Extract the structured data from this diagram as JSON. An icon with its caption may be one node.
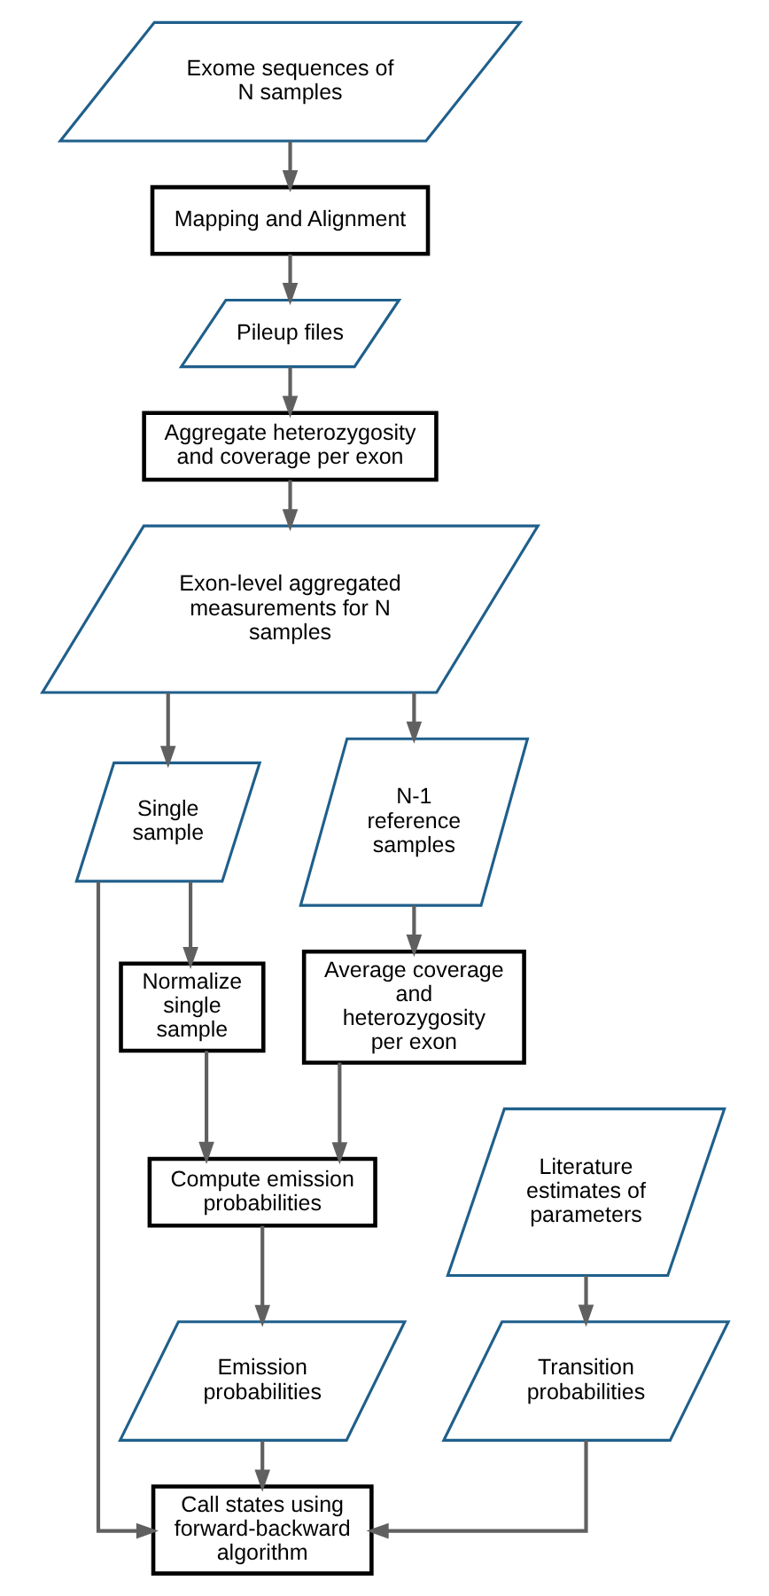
{
  "diagram": {
    "nodes": [
      {
        "text": [
          "Exome sequences of N samples"
        ]
      },
      {
        "text": [
          "Mapping and Alignment"
        ]
      },
      {
        "text": [
          "Pileup files"
        ]
      },
      {
        "text": [
          "Aggregate heterozygosity and coverage per exon"
        ]
      },
      {
        "text": [
          "Exon-level aggregated measurements for N samples"
        ]
      },
      {
        "text": [
          "Single sample"
        ]
      },
      {
        "text": [
          "N-1 reference samples"
        ]
      },
      {
        "text": [
          "Normalize single sample"
        ]
      },
      {
        "text": [
          "Average coverage and heterozygosity per exon"
        ]
      },
      {
        "text": [
          "Compute emission probabilities"
        ]
      },
      {
        "text": [
          "Literature estimates of parameters"
        ]
      },
      {
        "text": [
          "Emission probabilities"
        ]
      },
      {
        "text": [
          "Transition probabilities"
        ]
      },
      {
        "text": [
          "Call states using forward-backward algorithm"
        ]
      }
    ],
    "edges": [
      {
        "from": 0,
        "to": 1,
        "arrow": "to"
      },
      {
        "from": 1,
        "to": 2,
        "arrow": "to"
      },
      {
        "from": 2,
        "to": 3,
        "arrow": "to"
      },
      {
        "from": 3,
        "to": 4,
        "arrow": "to"
      },
      {
        "from": 4,
        "to": 5,
        "arrow": "to"
      },
      {
        "from": 4,
        "to": 6,
        "arrow": "to"
      },
      {
        "from": 5,
        "to": 7,
        "arrow": "to"
      },
      {
        "from": 6,
        "to": 8,
        "arrow": "to"
      },
      {
        "from": 7,
        "to": 9,
        "arrow": "to"
      },
      {
        "from": 8,
        "to": 9,
        "arrow": "to"
      },
      {
        "from": 9,
        "to": 11,
        "arrow": "to"
      },
      {
        "from": 10,
        "to": 12,
        "arrow": "to"
      },
      {
        "from": 11,
        "to": 13,
        "arrow": "to"
      },
      {
        "from": 12,
        "to": 13,
        "arrow": "to"
      },
      {
        "from": 5,
        "to": 13,
        "arrow": "to"
      }
    ]
  }
}
